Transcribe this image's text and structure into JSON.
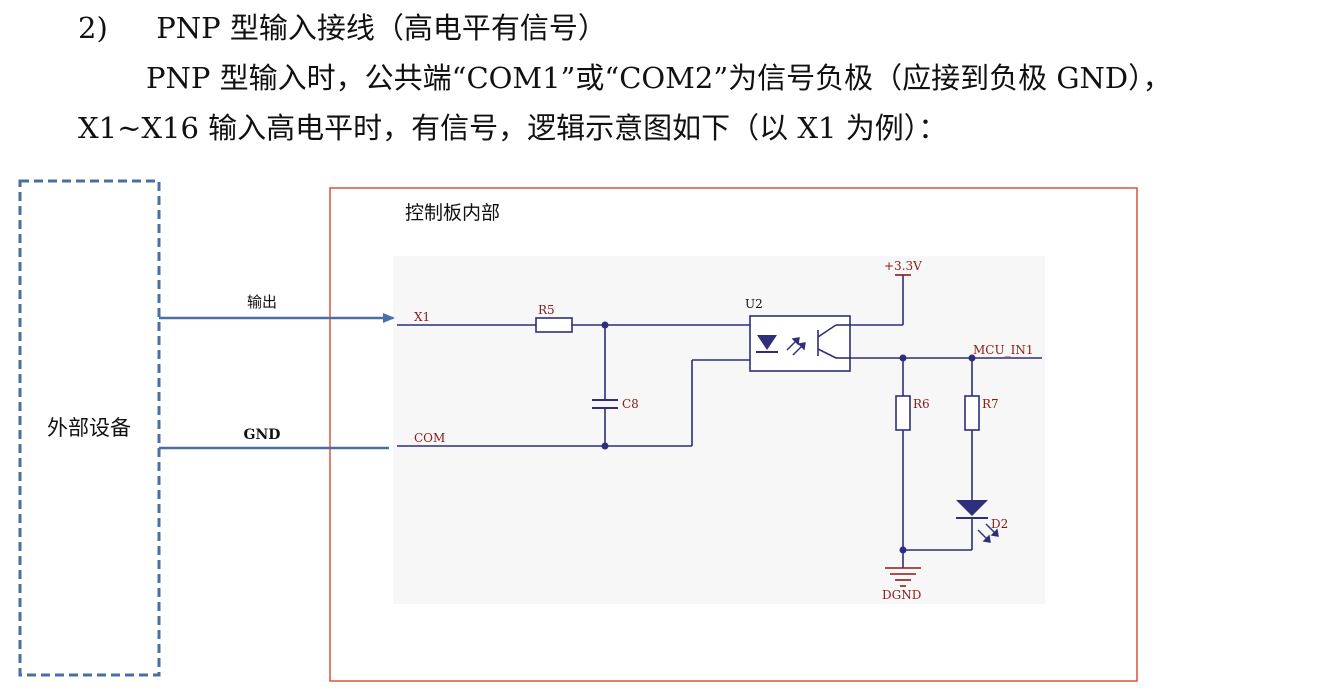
{
  "doc": {
    "heading_number": "2)",
    "heading_text": "PNP 型输入接线（高电平有信号）",
    "para_line1": "PNP 型输入时，公共端“COM1”或“COM2”为信号负极（应接到负极 GND），",
    "para_line2": "X1~X16 输入高电平时，有信号，逻辑示意图如下（以 X1 为例）："
  },
  "diagram": {
    "external_device_label": "外部设备",
    "board_label": "控制板内部",
    "wire_output_label": "输出",
    "wire_gnd_label": "GND",
    "net_x1": "X1",
    "net_com": "COM",
    "r5": "R5",
    "c8": "C8",
    "u2": "U2",
    "vcc": "+3.3V",
    "mcu_in": "MCU_IN1",
    "r6": "R6",
    "r7": "R7",
    "d2": "D2",
    "dgnd": "DGND"
  },
  "colors": {
    "external_box_border": "#4a6fa5",
    "board_border": "#d9533a",
    "arrow_wire": "#4a6fa5",
    "schematic_wire": "#2e2e7a",
    "schematic_label": "#8b1a1a",
    "power_symbol": "#8b1a1a",
    "schematic_bg": "#f7f7f7"
  }
}
